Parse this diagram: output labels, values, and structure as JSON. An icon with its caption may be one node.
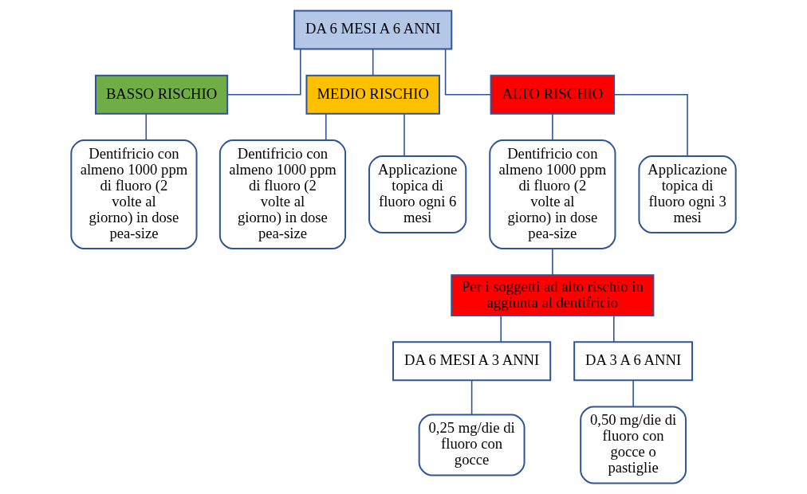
{
  "diagram": {
    "nodes": [
      {
        "text": [
          "DA 6 MESI A 6 ANNI"
        ]
      },
      {
        "text": [
          "BASSO RISCHIO"
        ]
      },
      {
        "text": [
          "MEDIO RISCHIO"
        ]
      },
      {
        "text": [
          "ALTO RISCHIO"
        ]
      },
      {
        "text": [
          "Dentifricio con almeno 1000 ppm di fluoro (2 volte al giorno) in dose pea-size"
        ]
      },
      {
        "text": [
          "Dentifricio con almeno 1000 ppm di fluoro (2 volte al giorno) in dose pea-size"
        ]
      },
      {
        "text": [
          "Applicazione topica di fluoro ogni 6 mesi"
        ]
      },
      {
        "text": [
          "Dentifricio con almeno 1000 ppm di fluoro (2 volte al giorno) in dose pea-size"
        ]
      },
      {
        "text": [
          "Applicazione topica di fluoro ogni 3 mesi"
        ]
      },
      {
        "text": [
          "Per i soggetti ad alto rischio in aggiunta al dentifricio"
        ]
      },
      {
        "text": [
          "DA 6 MESI A 3 ANNI"
        ]
      },
      {
        "text": [
          "DA 3 A 6 ANNI"
        ]
      },
      {
        "text": [
          "0,25 mg/die di fluoro con gocce"
        ]
      },
      {
        "text": [
          "0,50 mg/die di fluoro con gocce o pastiglie"
        ]
      }
    ],
    "edges": [
      {
        "from": 0,
        "to": 1,
        "arrow": "none"
      },
      {
        "from": 0,
        "to": 2,
        "arrow": "none"
      },
      {
        "from": 0,
        "to": 3,
        "arrow": "none"
      },
      {
        "from": 1,
        "to": 4,
        "arrow": "none"
      },
      {
        "from": 2,
        "to": 5,
        "arrow": "none"
      },
      {
        "from": 2,
        "to": 6,
        "arrow": "none"
      },
      {
        "from": 3,
        "to": 7,
        "arrow": "none"
      },
      {
        "from": 3,
        "to": 8,
        "arrow": "none"
      },
      {
        "from": 7,
        "to": 9,
        "arrow": "none"
      },
      {
        "from": 9,
        "to": 10,
        "arrow": "none"
      },
      {
        "from": 9,
        "to": 11,
        "arrow": "none"
      },
      {
        "from": 10,
        "to": 12,
        "arrow": "none"
      },
      {
        "from": 11,
        "to": 13,
        "arrow": "none"
      }
    ]
  }
}
